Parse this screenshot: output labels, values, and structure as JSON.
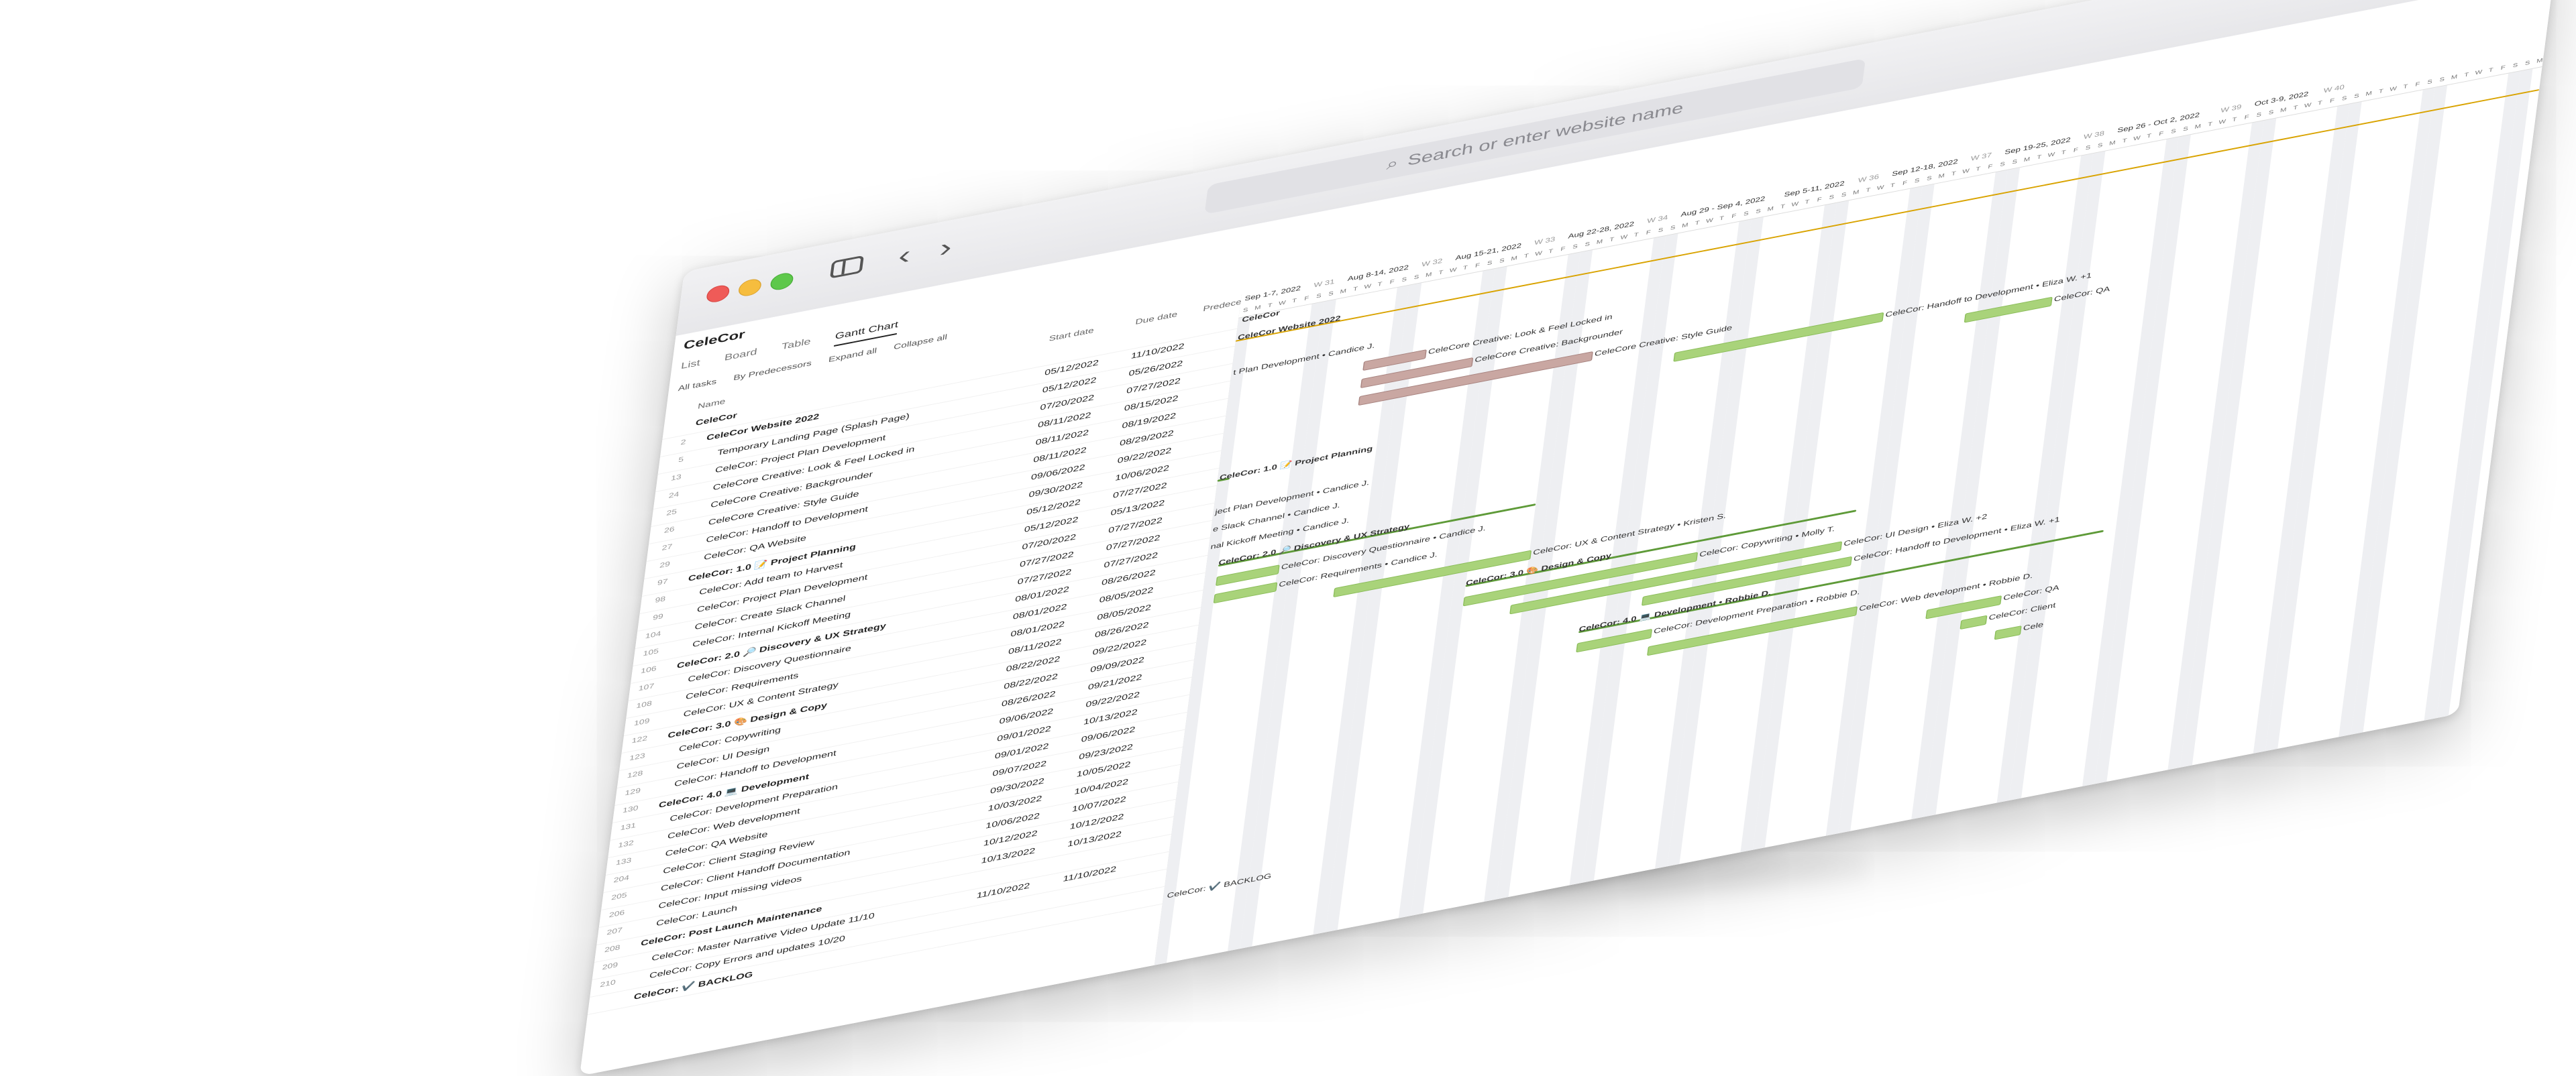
{
  "browser": {
    "search_placeholder": "Search or enter website name",
    "back_glyph": "‹",
    "forward_glyph": "›",
    "new_tab_glyph": "+",
    "search_glyph": "⌕"
  },
  "app": {
    "project_title": "CeleCor",
    "tabs": [
      {
        "label": "List"
      },
      {
        "label": "Board"
      },
      {
        "label": "Table"
      },
      {
        "label": "Gantt Chart"
      }
    ],
    "toolbar": {
      "filter_label": "All tasks",
      "group_label": "By Predecessors",
      "expand_label": "Expand all",
      "collapse_label": "Collapse all"
    },
    "columns": {
      "name": "Name",
      "start": "Start date",
      "due": "Due date",
      "predecessors": "Predecessors"
    }
  },
  "rows": [
    {
      "num": "",
      "name": "CeleCor",
      "start": "",
      "due": "",
      "bold": true,
      "indent": 0
    },
    {
      "num": "2",
      "name": "CeleCor Website 2022",
      "start": "05/12/2022",
      "due": "11/10/2022",
      "bold": true,
      "indent": 1
    },
    {
      "num": "5",
      "name": "Temporary Landing Page (Splash Page)",
      "start": "05/12/2022",
      "due": "05/26/2022",
      "bold": false,
      "indent": 2
    },
    {
      "num": "13",
      "name": "CeleCor: Project Plan Development",
      "start": "07/20/2022",
      "due": "07/27/2022",
      "bold": false,
      "indent": 2
    },
    {
      "num": "24",
      "name": "CeleCore Creative: Look & Feel Locked in",
      "start": "08/11/2022",
      "due": "08/15/2022",
      "bold": false,
      "indent": 2
    },
    {
      "num": "25",
      "name": "CeleCore Creative: Backgrounder",
      "start": "08/11/2022",
      "due": "08/19/2022",
      "bold": false,
      "indent": 2
    },
    {
      "num": "26",
      "name": "CeleCore Creative: Style Guide",
      "start": "08/11/2022",
      "due": "08/29/2022",
      "bold": false,
      "indent": 2
    },
    {
      "num": "27",
      "name": "CeleCor: Handoff to Development",
      "start": "09/06/2022",
      "due": "09/22/2022",
      "bold": false,
      "indent": 2
    },
    {
      "num": "29",
      "name": "CeleCor: QA Website",
      "start": "09/30/2022",
      "due": "10/06/2022",
      "bold": false,
      "indent": 2
    },
    {
      "num": "97",
      "name": "CeleCor: 1.0 📝 Project Planning",
      "start": "05/12/2022",
      "due": "07/27/2022",
      "bold": true,
      "indent": 1
    },
    {
      "num": "98",
      "name": "CeleCor: Add team to Harvest",
      "start": "05/12/2022",
      "due": "05/13/2022",
      "bold": false,
      "indent": 2
    },
    {
      "num": "99",
      "name": "CeleCor: Project Plan Development",
      "start": "07/20/2022",
      "due": "07/27/2022",
      "bold": false,
      "indent": 2
    },
    {
      "num": "104",
      "name": "CeleCor: Create Slack Channel",
      "start": "07/27/2022",
      "due": "07/27/2022",
      "bold": false,
      "indent": 2
    },
    {
      "num": "105",
      "name": "CeleCor: Internal Kickoff Meeting",
      "start": "07/27/2022",
      "due": "07/27/2022",
      "bold": false,
      "indent": 2
    },
    {
      "num": "106",
      "name": "CeleCor: 2.0 🔎 Discovery & UX Strategy",
      "start": "08/01/2022",
      "due": "08/26/2022",
      "bold": true,
      "indent": 1
    },
    {
      "num": "107",
      "name": "CeleCor: Discovery Questionnaire",
      "start": "08/01/2022",
      "due": "08/05/2022",
      "bold": false,
      "indent": 2
    },
    {
      "num": "108",
      "name": "CeleCor: Requirements",
      "start": "08/01/2022",
      "due": "08/05/2022",
      "bold": false,
      "indent": 2
    },
    {
      "num": "109",
      "name": "CeleCor: UX & Content Strategy",
      "start": "08/11/2022",
      "due": "08/26/2022",
      "bold": false,
      "indent": 2
    },
    {
      "num": "122",
      "name": "CeleCor: 3.0 🎨 Design & Copy",
      "start": "08/22/2022",
      "due": "09/22/2022",
      "bold": true,
      "indent": 1
    },
    {
      "num": "123",
      "name": "CeleCor: Copywriting",
      "start": "08/22/2022",
      "due": "09/09/2022",
      "bold": false,
      "indent": 2
    },
    {
      "num": "128",
      "name": "CeleCor: UI Design",
      "start": "08/26/2022",
      "due": "09/21/2022",
      "bold": false,
      "indent": 2
    },
    {
      "num": "129",
      "name": "CeleCor: Handoff to Development",
      "start": "09/06/2022",
      "due": "09/22/2022",
      "bold": false,
      "indent": 2
    },
    {
      "num": "130",
      "name": "CeleCor: 4.0 💻 Development",
      "start": "09/01/2022",
      "due": "10/13/2022",
      "bold": true,
      "indent": 1
    },
    {
      "num": "131",
      "name": "CeleCor: Development Preparation",
      "start": "09/01/2022",
      "due": "09/06/2022",
      "bold": false,
      "indent": 2
    },
    {
      "num": "132",
      "name": "CeleCor: Web development",
      "start": "09/07/2022",
      "due": "09/23/2022",
      "bold": false,
      "indent": 2
    },
    {
      "num": "133",
      "name": "CeleCor: QA Website",
      "start": "09/30/2022",
      "due": "10/05/2022",
      "bold": false,
      "indent": 2
    },
    {
      "num": "204",
      "name": "CeleCor: Client Staging Review",
      "start": "10/03/2022",
      "due": "10/04/2022",
      "bold": false,
      "indent": 2
    },
    {
      "num": "205",
      "name": "CeleCor: Client Handoff Documentation",
      "start": "10/06/2022",
      "due": "10/07/2022",
      "bold": false,
      "indent": 2
    },
    {
      "num": "206",
      "name": "CeleCor: Input missing videos",
      "start": "10/12/2022",
      "due": "10/12/2022",
      "bold": false,
      "indent": 2
    },
    {
      "num": "207",
      "name": "CeleCor: Launch",
      "start": "10/13/2022",
      "due": "10/13/2022",
      "bold": false,
      "indent": 2
    },
    {
      "num": "208",
      "name": "CeleCor: Post Launch Maintenance",
      "start": "",
      "due": "",
      "bold": true,
      "indent": 1
    },
    {
      "num": "209",
      "name": "CeleCor: Master Narrative Video Update 11/10",
      "start": "11/10/2022",
      "due": "11/10/2022",
      "bold": false,
      "indent": 2
    },
    {
      "num": "210",
      "name": "CeleCor: Copy Errors and updates 10/20",
      "start": "",
      "due": "",
      "bold": false,
      "indent": 2
    },
    {
      "num": "",
      "name": "CeleCor: ✔️ BACKLOG",
      "start": "",
      "due": "",
      "bold": true,
      "indent": 1
    }
  ],
  "gantt": {
    "weeks": [
      {
        "label": "Sep 1-7, 2022"
      },
      {
        "label": "W 31"
      },
      {
        "label": "Aug 8-14, 2022"
      },
      {
        "label": "W 32"
      },
      {
        "label": "Aug 15-21, 2022"
      },
      {
        "label": "W 33"
      },
      {
        "label": "Aug 22-28, 2022"
      },
      {
        "label": "W 34"
      },
      {
        "label": "Aug 29 - Sep 4, 2022"
      },
      {
        "label": "Sep 5-11, 2022"
      },
      {
        "label": "W 36"
      },
      {
        "label": "Sep 12-18, 2022"
      },
      {
        "label": "W 37"
      },
      {
        "label": "Sep 19-25, 2022"
      },
      {
        "label": "W 38"
      },
      {
        "label": "Sep 26 - Oct 2, 2022"
      },
      {
        "label": "W 39"
      },
      {
        "label": "Oct 3-9, 2022"
      },
      {
        "label": "W 40"
      }
    ],
    "day_letters": [
      "S",
      "M",
      "T",
      "W",
      "T",
      "F",
      "S"
    ],
    "bars": [
      {
        "row": 0,
        "label": "CeleCor",
        "kind": "summary"
      },
      {
        "row": 1,
        "label": "CeleCor Website 2022",
        "kind": "gold"
      },
      {
        "row": 3,
        "label": "t Plan Development • Candice J.",
        "kind": "label"
      },
      {
        "row": 4,
        "label": "CeleCore Creative: Look & Feel Locked in",
        "kind": "brown"
      },
      {
        "row": 5,
        "label": "CeleCore Creative: Backgrounder",
        "kind": "brown"
      },
      {
        "row": 6,
        "label": "CeleCore Creative: Style Guide",
        "kind": "brown"
      },
      {
        "row": 7,
        "label": "CeleCor: Handoff to Development • Eliza W. +1",
        "kind": "green"
      },
      {
        "row": 8,
        "label": "CeleCor: QA",
        "kind": "green"
      },
      {
        "row": 9,
        "label": "CeleCor: 1.0 📝 Project Planning",
        "kind": "summary"
      },
      {
        "row": 11,
        "label": "ject Plan Development • Candice J.",
        "kind": "label"
      },
      {
        "row": 12,
        "label": "e Slack Channel • Candice J.",
        "kind": "label"
      },
      {
        "row": 13,
        "label": "nal Kickoff Meeting • Candice J.",
        "kind": "label"
      },
      {
        "row": 14,
        "label": "CeleCor: 2.0 🔎 Discovery & UX Strategy",
        "kind": "summary"
      },
      {
        "row": 15,
        "label": "CeleCor: Discovery Questionnaire • Candice J.",
        "kind": "green"
      },
      {
        "row": 16,
        "label": "CeleCor: Requirements • Candice J.",
        "kind": "green"
      },
      {
        "row": 17,
        "label": "CeleCor: UX & Content Strategy • Kristen S.",
        "kind": "green"
      },
      {
        "row": 18,
        "label": "CeleCor: 3.0 🎨 Design & Copy",
        "kind": "summary"
      },
      {
        "row": 19,
        "label": "CeleCor: Copywriting • Molly T.",
        "kind": "green"
      },
      {
        "row": 20,
        "label": "CeleCor: UI Design • Eliza W. +2",
        "kind": "green"
      },
      {
        "row": 21,
        "label": "CeleCor: Handoff to Development • Eliza W. +1",
        "kind": "green"
      },
      {
        "row": 22,
        "label": "CeleCor: 4.0 💻 Development • Robbie D.",
        "kind": "summary"
      },
      {
        "row": 23,
        "label": "CeleCor: Development Preparation • Robbie D.",
        "kind": "green"
      },
      {
        "row": 24,
        "label": "CeleCor: Web development • Robbie D.",
        "kind": "green"
      },
      {
        "row": 25,
        "label": "CeleCor: QA",
        "kind": "green"
      },
      {
        "row": 26,
        "label": "CeleCor: Client",
        "kind": "green"
      },
      {
        "row": 27,
        "label": "Cele",
        "kind": "green"
      },
      {
        "row": 33,
        "label": "CeleCor: ✔️ BACKLOG",
        "kind": "label"
      }
    ]
  },
  "colors": {
    "bar_green": "#a9d37a",
    "bar_brown": "#c9a7a2",
    "summary_green": "#5e9a38",
    "gold_line": "#d9a300"
  }
}
